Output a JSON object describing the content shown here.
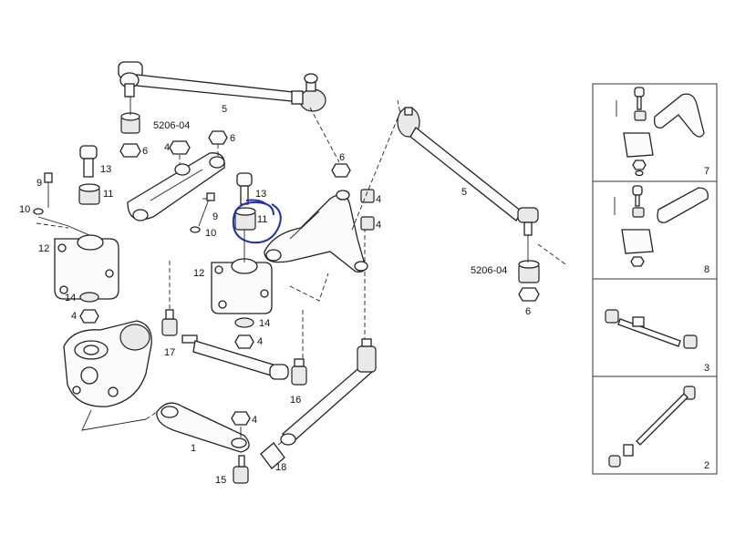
{
  "labels": {
    "p1": "1",
    "p2": "2",
    "p3": "3",
    "p4": "4",
    "p5": "5",
    "p6": "6",
    "p7": "7",
    "p8": "8",
    "p9": "9",
    "p10": "10",
    "p11": "11",
    "p12": "12",
    "p13": "13",
    "p14": "14",
    "p15": "15",
    "p16": "16",
    "p17": "17",
    "p18": "18"
  },
  "kit_code": "5206-04",
  "colors": {
    "highlight": "#1f2fb0",
    "line": "#222222"
  }
}
